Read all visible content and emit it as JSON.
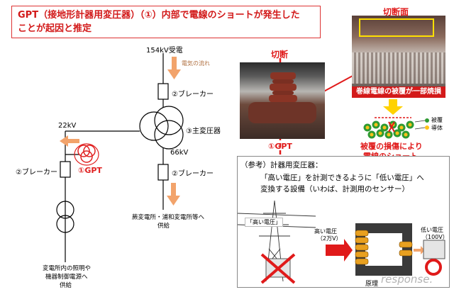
{
  "title": {
    "line1": "GPT（接地形計器用変圧器）（①）内部で電線のショートが発生した",
    "line2": "ことが起因と推定"
  },
  "circuit": {
    "source_label": "154kV受電",
    "flow_label": "電気の流れ",
    "breaker_top": "②ブレーカー",
    "main_transformer": "③主変圧器",
    "voltage_left": "22kV",
    "voltage_right": "66kV",
    "breaker_right": "②ブレーカー",
    "breaker_left": "②ブレーカー",
    "gpt_label": "①GPT",
    "supply_right_line1": "蕨変電所・浦和変電所等へ",
    "supply_right_line2": "供給",
    "supply_left_line1": "変電所内の照明や",
    "supply_left_line2": "機器制御電源へ",
    "supply_left_line3": "供給"
  },
  "photos": {
    "cut_label": "切断",
    "cross_section_label": "切断面",
    "gpt_label": "①GPT",
    "coating_burn_label": "巻線電線の被覆が一部焼損",
    "legend_coating": "被覆",
    "legend_conductor": "導体",
    "damage_line1": "被覆の損傷により",
    "damage_line2": "電線のショート"
  },
  "reference": {
    "heading": "（参考）計器用変圧器：",
    "desc_line1": "「高い電圧」を計測できるように「低い電圧」へ",
    "desc_line2": "変換する設備（いわば、計測用のセンサー）",
    "high_voltage_tag": "「高い電圧」",
    "input_label_line1": "高い電圧",
    "input_label_line2": "（2万V）",
    "output_label_line1": "低い電圧",
    "output_label_line2": "（100V）",
    "principle_label": "原理",
    "watermark": "response."
  },
  "colors": {
    "title_red": "#d21919",
    "arrow_orange": "#f2a36b",
    "cut_red": "#e01a1a",
    "yellow": "#ffe000",
    "gpt_red": "#e02020"
  }
}
